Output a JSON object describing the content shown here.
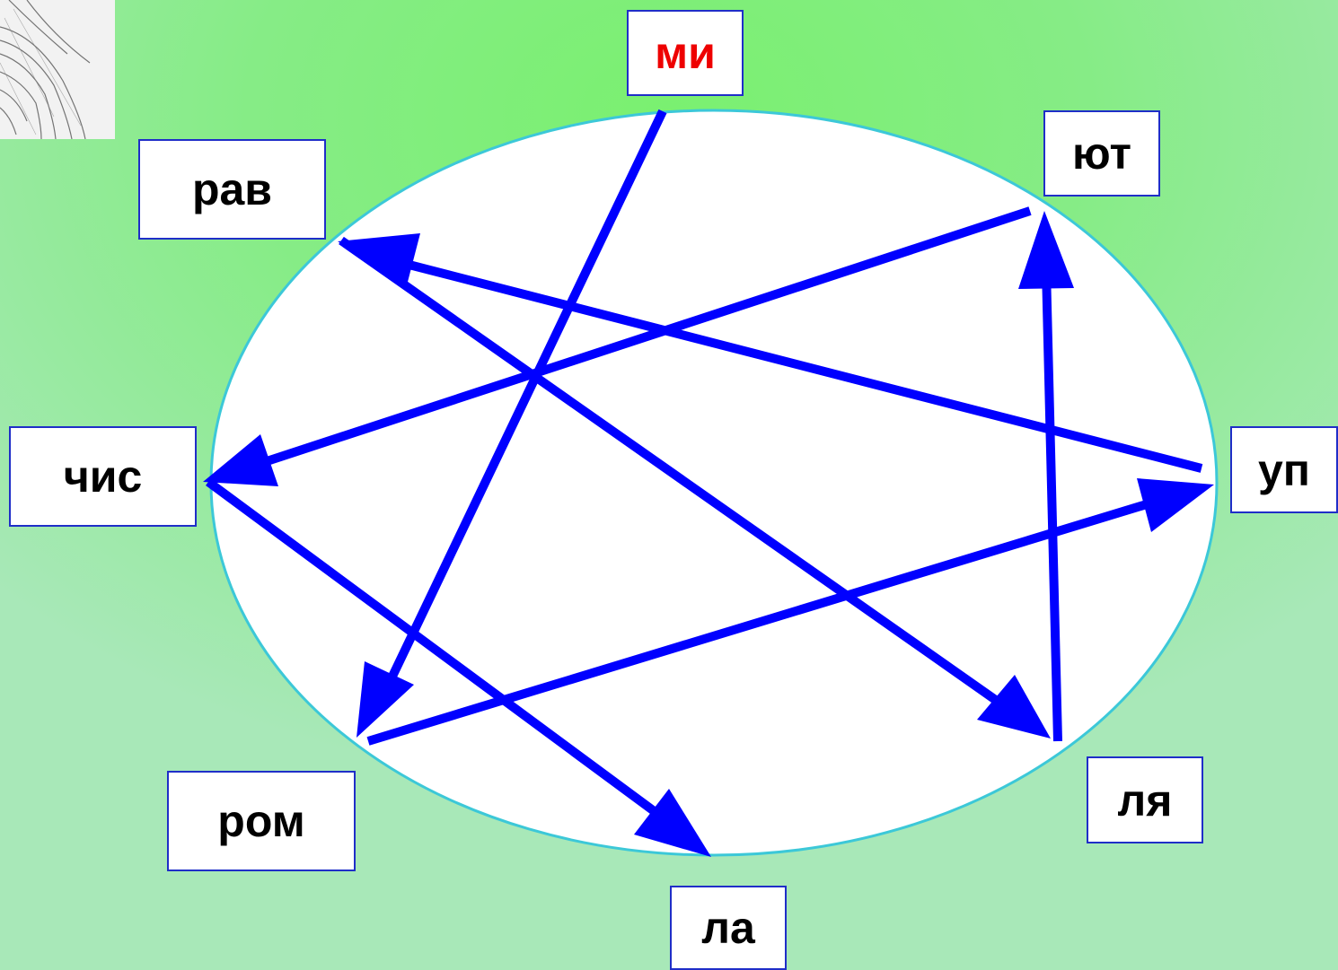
{
  "syllables": {
    "mi": "ми",
    "yut": "ют",
    "rav": "рав",
    "chis": "чис",
    "up": "уп",
    "rom": "ром",
    "lya": "ля",
    "la": "ла"
  },
  "colors": {
    "arrow": "#0000ff",
    "highlight": "#ee0000",
    "ellipse_stroke": "#3cc8d8"
  }
}
